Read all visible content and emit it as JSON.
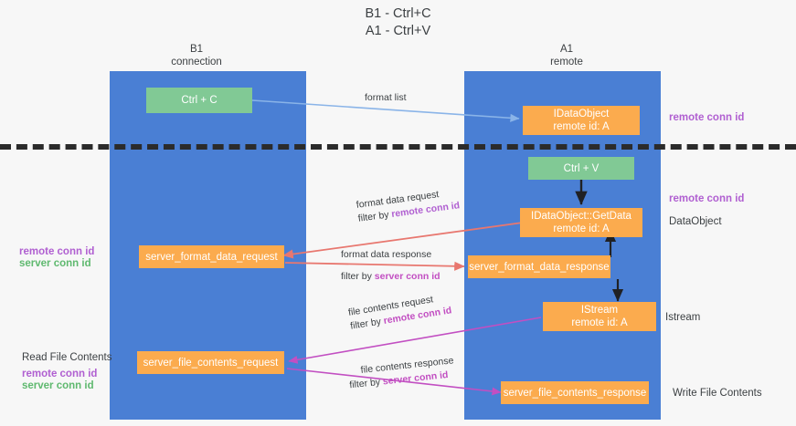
{
  "title": {
    "line1": "B1 - Ctrl+C",
    "line2": "A1 - Ctrl+V"
  },
  "columns": [
    {
      "name": "B1",
      "subtitle": "connection"
    },
    {
      "name": "A1",
      "subtitle": "remote"
    }
  ],
  "colors": {
    "lane": "#4a7fd4",
    "green_node": "#81c995",
    "orange_node": "#fbab4e",
    "purple_text": "#b05fd1",
    "green_text": "#5fb96f",
    "magenta_text": "#c24fc2",
    "divider": "#2b2b2b",
    "arrow_blue": "#8ab4e8",
    "arrow_red": "#e8776f",
    "arrow_black": "#202124",
    "arrow_magenta": "#c24fc2",
    "background": "#f7f7f7"
  },
  "nodes": {
    "ctrl_c": {
      "label": "Ctrl + C",
      "sub": ""
    },
    "idataobject": {
      "label": "IDataObject",
      "sub": "remote id: A"
    },
    "ctrl_v": {
      "label": "Ctrl + V",
      "sub": ""
    },
    "getdata": {
      "label": "IDataObject::GetData",
      "sub": "remote id: A"
    },
    "server_format_data_request": {
      "label": "server_format_data_request",
      "sub": ""
    },
    "server_format_data_response": {
      "label": "server_format_data_response",
      "sub": ""
    },
    "istream": {
      "label": "IStream",
      "sub": "remote id: A"
    },
    "server_file_contents_request": {
      "label": "server_file_contents_request",
      "sub": ""
    },
    "server_file_contents_response": {
      "label": "server_file_contents_response",
      "sub": ""
    }
  },
  "edge_labels": {
    "format_list": {
      "line1": "format list",
      "line2": "",
      "hl": ""
    },
    "format_data_request": {
      "line1": "format data request",
      "line2_prefix": "filter by ",
      "line2_hl": "remote conn id"
    },
    "format_data_response": {
      "line1": "format data response",
      "line2_prefix": "filter by ",
      "line2_hl": "server conn id"
    },
    "file_contents_request": {
      "line1": "file contents request",
      "line2_prefix": "filter by ",
      "line2_hl": "remote conn id"
    },
    "file_contents_response": {
      "line1": "file contents response",
      "line2_prefix": "filter by ",
      "line2_hl": "server conn id"
    }
  },
  "annotations": {
    "right_remote_conn_id_top": "remote conn id",
    "right_remote_conn_id_mid": "remote conn id",
    "right_dataobject": "DataObject",
    "right_istream": "Istream",
    "right_write_file_contents": "Write File Contents",
    "left_remote_conn_id": "remote conn id",
    "left_server_conn_id": "server conn id",
    "left_read_file_contents": "Read File Contents",
    "left_remote_conn_id_2": "remote conn id",
    "left_server_conn_id_2": "server conn id"
  }
}
